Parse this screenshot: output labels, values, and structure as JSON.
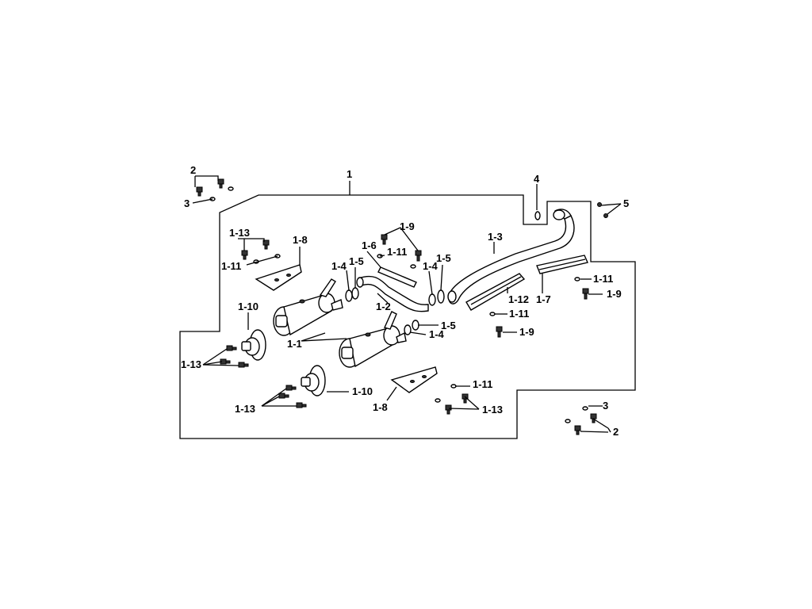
{
  "labels": {
    "main_assembly": "1",
    "muffler": "1-1",
    "mid_pipe": "1-2",
    "front_pipe": "1-3",
    "clamp_4": "1-4",
    "gasket_5": "1-5",
    "pipe_guard": "1-6",
    "heat_shield_7": "1-7",
    "bracket": "1-8",
    "bolt_9": "1-9",
    "end_cap": "1-10",
    "washer_11": "1-11",
    "heat_shield_12": "1-12",
    "screw_13": "1-13",
    "bolt_2": "2",
    "washer_3": "3",
    "gasket_4": "4",
    "nut_5": "5"
  }
}
